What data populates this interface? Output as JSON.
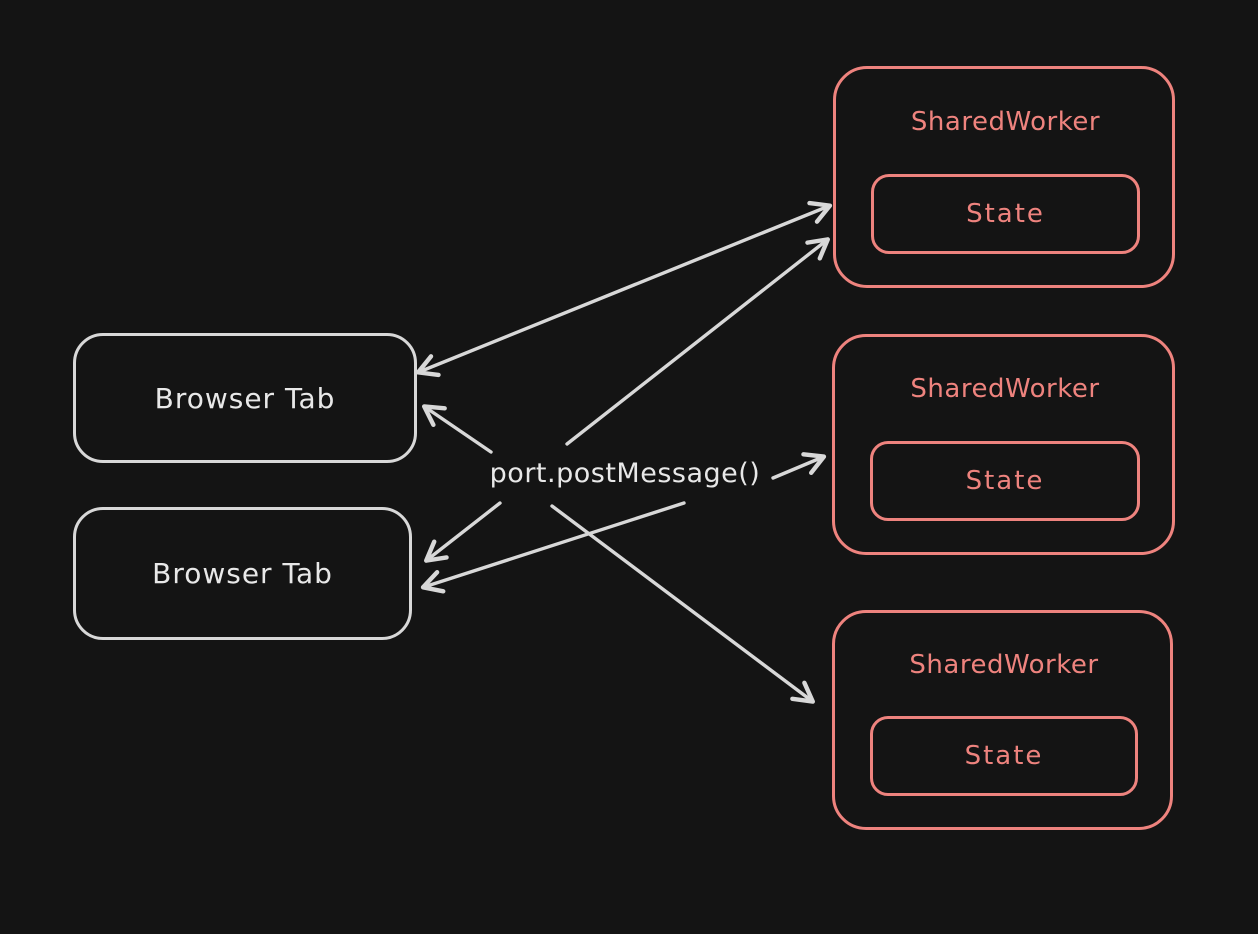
{
  "canvas": {
    "background": "#141414"
  },
  "colors": {
    "light_stroke": "#d8d8d8",
    "light_text": "#e8e8e8",
    "accent_stroke": "#ee837e"
  },
  "center_label": "port.postMessage()",
  "browser_tabs": [
    {
      "label": "Browser Tab"
    },
    {
      "label": "Browser Tab"
    }
  ],
  "workers": [
    {
      "label": "SharedWorker",
      "state": "State"
    },
    {
      "label": "SharedWorker",
      "state": "State"
    },
    {
      "label": "SharedWorker",
      "state": "State"
    }
  ],
  "connections": [
    {
      "name": "tab1-worker1",
      "from": "browser-tab-1",
      "to": "shared-worker-1",
      "bidirectional": true
    },
    {
      "name": "center-worker1",
      "from": "post-message-label",
      "to": "shared-worker-1",
      "bidirectional": false
    },
    {
      "name": "center-tab1",
      "from": "post-message-label",
      "to": "browser-tab-1",
      "bidirectional": false
    },
    {
      "name": "center-worker2",
      "from": "post-message-label",
      "to": "shared-worker-2",
      "bidirectional": false
    },
    {
      "name": "center-tab2-long",
      "from": "post-message-label",
      "to": "browser-tab-2",
      "bidirectional": false
    },
    {
      "name": "center-tab2-short",
      "from": "post-message-label",
      "to": "browser-tab-2",
      "bidirectional": false
    },
    {
      "name": "center-worker3",
      "from": "post-message-label",
      "to": "shared-worker-3",
      "bidirectional": false
    }
  ]
}
